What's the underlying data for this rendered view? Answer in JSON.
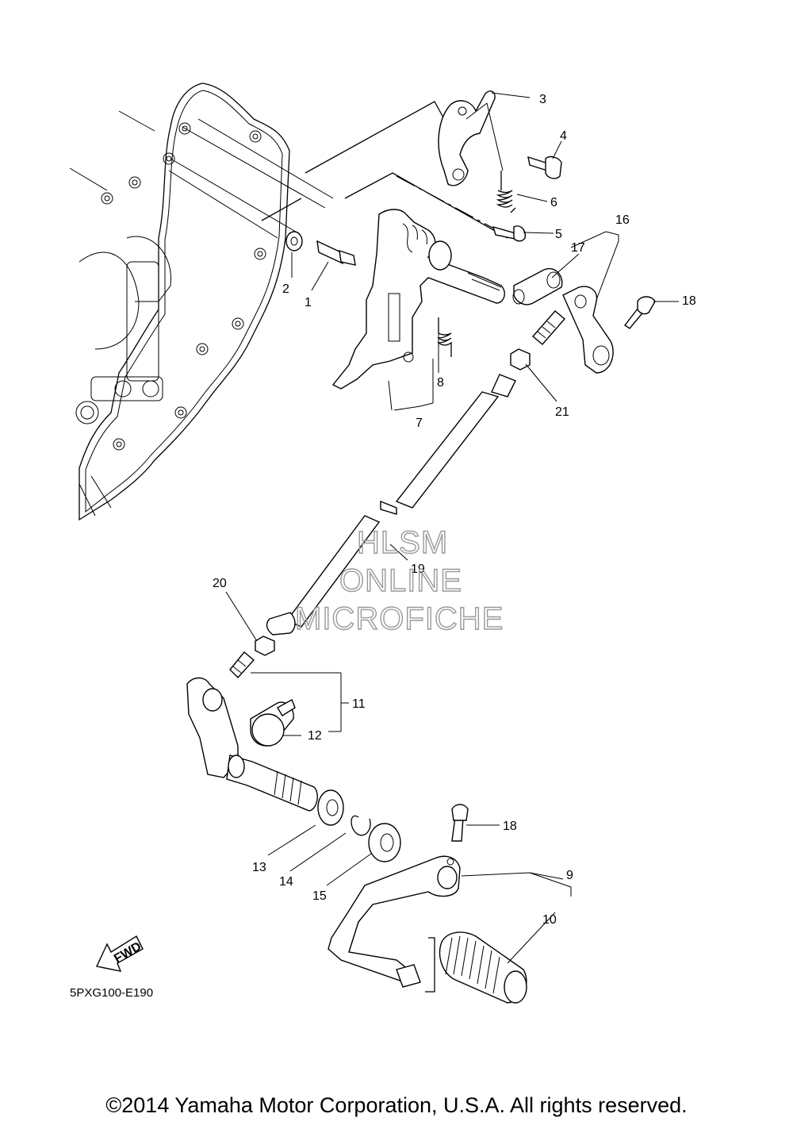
{
  "diagram": {
    "part_numbers": [
      "1",
      "2",
      "3",
      "4",
      "5",
      "6",
      "7",
      "8",
      "9",
      "10",
      "11",
      "12",
      "13",
      "14",
      "15",
      "16",
      "17",
      "18",
      "18",
      "19",
      "20",
      "21"
    ],
    "diagram_code": "5PXG100-E190",
    "fwd_label": "FWD",
    "watermark": [
      "HLSM",
      "ONLINE",
      "MICROFICHE"
    ],
    "copyright": "©2014 Yamaha Motor Corporation, U.S.A. All rights reserved."
  }
}
